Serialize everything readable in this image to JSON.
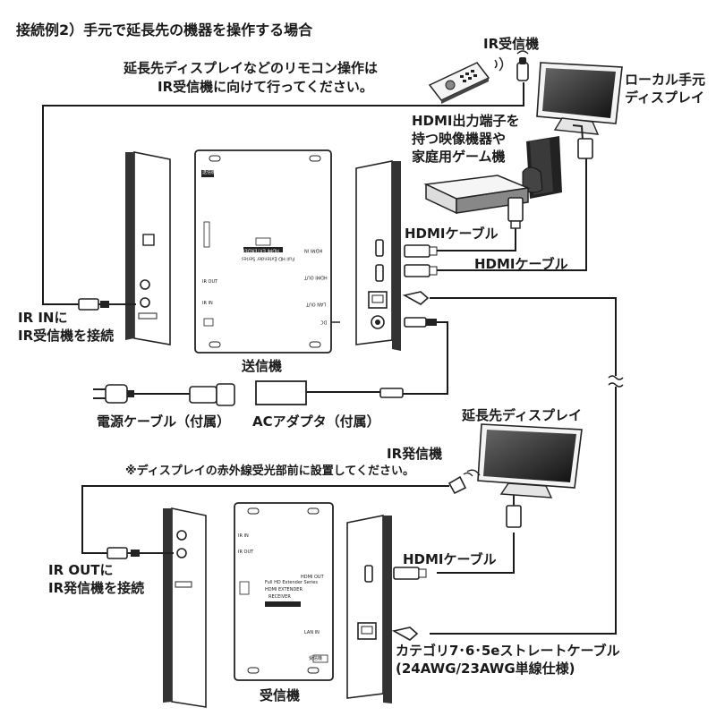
{
  "title": "接続例2）手元で延長先の機器を操作する場合",
  "labels": {
    "ir_receiver": "IR受信機",
    "remote_note_1": "延長先ディスプレイなどのリモコン操作は",
    "remote_note_2": "IR受信機に向けて行ってください。",
    "local_display_1": "ローカル手元",
    "local_display_2": "ディスプレイ",
    "source_1": "HDMI出力端子を",
    "source_2": "持つ映像機器や",
    "source_3": "家庭用ゲーム機",
    "hdmi_cable_1": "HDMIケーブル",
    "hdmi_cable_2": "HDMIケーブル",
    "ir_in_1": "IR INに",
    "ir_in_2": "IR受信機を接続",
    "transmitter": "送信機",
    "power_cable": "電源ケーブル（付属）",
    "ac_adapter": "ACアダプタ（付属）",
    "remote_display": "延長先ディスプレイ",
    "ir_emitter": "IR発信機",
    "emitter_note": "※ディスプレイの赤外線受光部前に設置してください。",
    "ir_out_1": "IR OUTに",
    "ir_out_2": "IR発信機を接続",
    "hdmi_cable_3": "HDMIケーブル",
    "lan_cable_1": "カテゴリ7･6･5eストレートケーブル",
    "lan_cable_2": "(24AWG/23AWG単線仕様)",
    "receiver": "受信機"
  },
  "device_text": {
    "tx_badge": "送信機",
    "tx_model": "HDMI EXTENDER",
    "tx_series": "Full HD Extender Series",
    "rx_badge": "受信機",
    "rx_model": "HDMI EXTENDER",
    "rx_name": "RECEIVER",
    "rx_series": "Full HD Extender Series",
    "port_hdmi_in": "HDMI IN",
    "port_hdmi_out": "HDMI OUT",
    "port_lan_out": "LAN OUT",
    "port_dc": "DC",
    "port_ir_in": "IR IN",
    "port_ir_out": "IR OUT",
    "port_rx_hdmi_out": "HDMI OUT",
    "port_lan_in": "LAN IN",
    "port_rx_ir_in": "IR IN",
    "port_rx_ir_out": "IR OUT"
  },
  "colors": {
    "line": "#1a1a1a",
    "device_fill": "#ffffff",
    "shade": "#555555",
    "screen": "#2a2a2a"
  }
}
